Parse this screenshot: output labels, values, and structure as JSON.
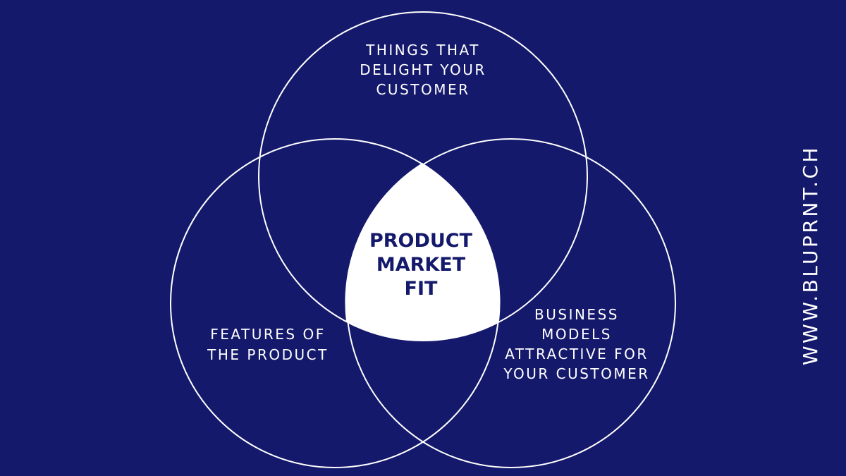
{
  "diagram": {
    "top_label": [
      "THINGS THAT",
      "DELIGHT YOUR",
      "CUSTOMER"
    ],
    "left_label": [
      "FEATURES OF",
      "THE PRODUCT"
    ],
    "right_label": [
      "BUSINESS",
      "MODELS",
      "ATTRACTIVE FOR",
      "YOUR CUSTOMER"
    ],
    "center_label": [
      "PRODUCT",
      "MARKET",
      "FIT"
    ]
  },
  "website": "WWW.BLUPRNT.CH",
  "colors": {
    "background": "#14196b",
    "stroke": "#ffffff",
    "center_fill": "#ffffff",
    "center_text": "#14196b"
  }
}
